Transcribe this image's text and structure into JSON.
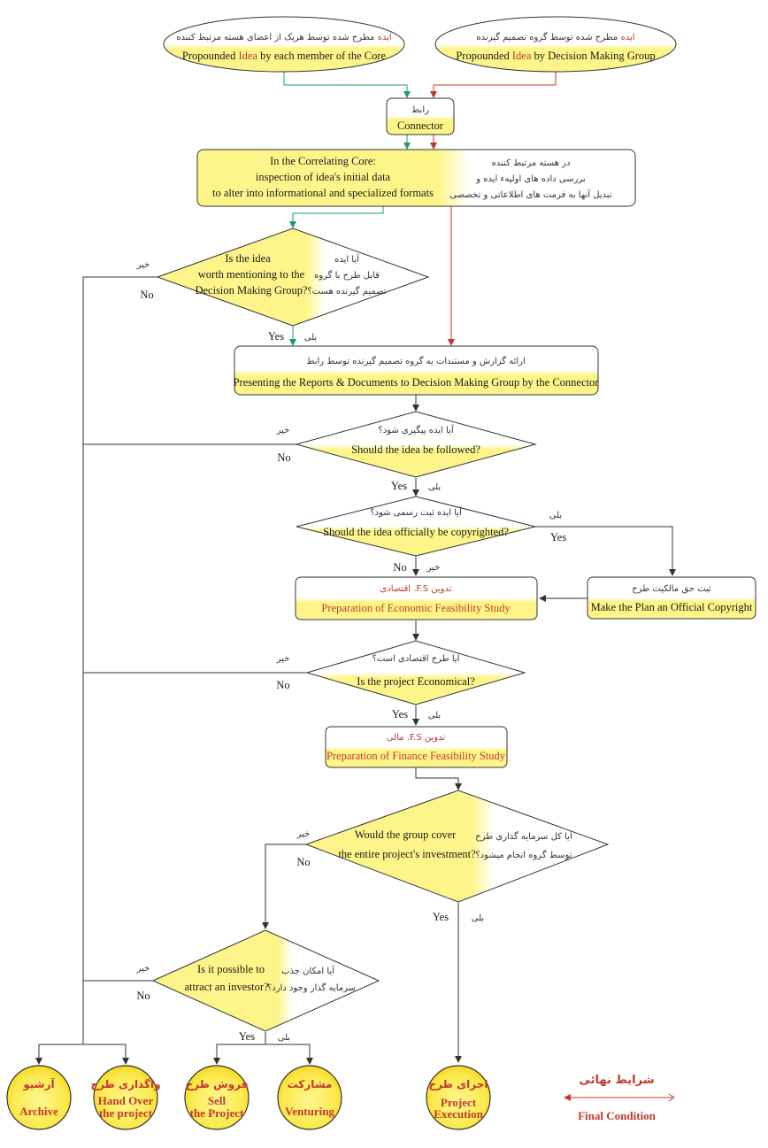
{
  "colors": {
    "highlight": "#fef58a",
    "red_text": "#c0392b",
    "green_line": "#1a9b6b",
    "red_line": "#c0392b"
  },
  "nodes": {
    "idea_core": {
      "fa_prefix": "ایده",
      "fa": "مطرح شده توسط هریک از اعضای هسته مرتبط کننده",
      "en_pre": "Propounded",
      "en_red": "Idea",
      "en_post": "by each member of the Core"
    },
    "idea_group": {
      "fa_prefix": "ایده",
      "fa": "مطرح شده توسط گروه تصمیم گیرنده",
      "en_pre": "Propounded",
      "en_red": "Idea",
      "en_post": "by Decision Making Group"
    },
    "connector": {
      "fa": "رابط",
      "en": "Connector"
    },
    "core": {
      "en_1": "In the Correlating Core:",
      "en_2": "inspection of idea's initial data",
      "en_3": "to alter into informational and specialized formats",
      "fa_1": "در هسته مرتبط کننده",
      "fa_2": "بررسی داده های اولیهء ایده و",
      "fa_3": "تبدیل آنها به فرمت های اطلاعاتی و تخصصی"
    },
    "q_worth": {
      "en_1": "Is the idea",
      "en_2": "worth mentioning to the",
      "en_3": "Decision Making Group?",
      "fa_1": "آیا ایده",
      "fa_2": "قابل طرح با گروه",
      "fa_3": "تصمیم گیرنده هست؟"
    },
    "present": {
      "fa": "ارائه گزارش و مستندات به گروه تصمیم گیرنده توسط رابط",
      "en": "Presenting the Reports & Documents to Decision Making Group by the Connector"
    },
    "q_follow": {
      "fa": "آیا ایده پیگیری شود؟",
      "en": "Should the idea be followed?"
    },
    "q_copyright": {
      "fa": "آیا ایده ثبت رسمی شود؟",
      "en": "Should the idea officially be copyrighted?"
    },
    "copyright": {
      "fa": "ثبت حق مالکیت طرح",
      "en": "Make the Plan an Official Copyright"
    },
    "econ_fs": {
      "fa_pre": "تدوین",
      "fa_red": "F.S.",
      "fa_post": "اقتصادی",
      "en": "Preparation of Economic Feasibility Study"
    },
    "q_econ": {
      "fa": "آیا طرح اقتصادی است؟",
      "en": "Is the project Economical?"
    },
    "fin_fs": {
      "fa_pre": "تدوین",
      "fa_red": "F.S.",
      "fa_post": "مالی",
      "en": "Preparation of Finance Feasibility Study"
    },
    "q_invest": {
      "en_1": "Would the group cover",
      "en_2": "the entire project's investment?",
      "fa_1": "آیا کل سرمایه گذاری طرح",
      "fa_2": "توسط گروه انجام میشود؟"
    },
    "q_investor": {
      "en_1": "Is it possible to",
      "en_2": "attract an investor?",
      "fa_1": "آیا امکان جذب",
      "fa_2": "سرمایه گذار وجود دارد؟"
    }
  },
  "edge_labels": {
    "yes": "Yes",
    "no": "No",
    "yes_fa": "بلی",
    "no_fa": "خیر"
  },
  "finals": {
    "archive": {
      "fa": "آرشیو",
      "en_1": "Archive",
      "en_2": ""
    },
    "handover": {
      "fa": "واگذاری طرح",
      "en_1": "Hand Over",
      "en_2": "the project"
    },
    "sell": {
      "fa": "فروش طرح",
      "en_1": "Sell",
      "en_2": "the Project"
    },
    "venture": {
      "fa": "مشارکت",
      "en_1": "Venturing",
      "en_2": ""
    },
    "execute": {
      "fa": "اجرای طرح",
      "en_1": "Project",
      "en_2": "Execution"
    }
  },
  "legend": {
    "fa": "شرایط نهائی",
    "en": "Final Condition"
  }
}
